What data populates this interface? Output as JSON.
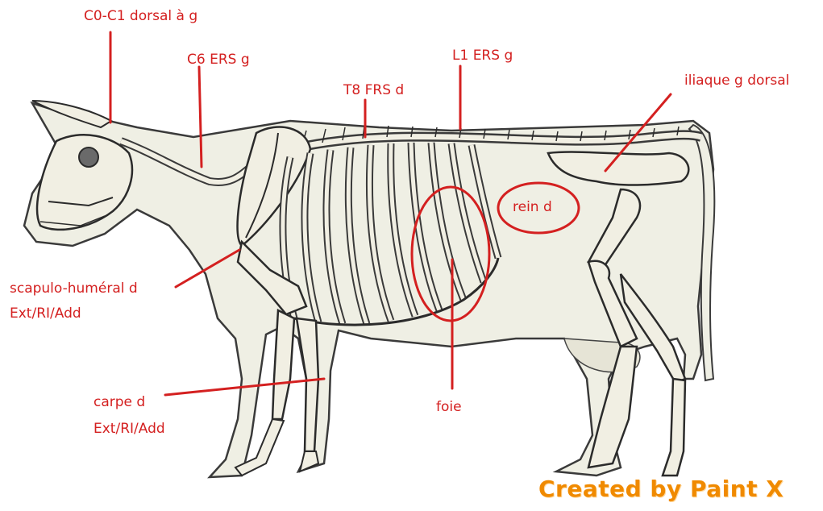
{
  "annotations": {
    "c0_c1": "C0-C1 dorsal à g",
    "c6": "C6 ERS g",
    "t8": "T8 FRS d",
    "l1": "L1 ERS g",
    "iliaque": "iliaque g dorsal",
    "rein": "rein d",
    "scapulo_line1": "scapulo-huméral d",
    "scapulo_line2": "Ext/RI/Add",
    "carpe_line1": "carpe d",
    "carpe_line2": "Ext/RI/Add",
    "foie": "foie"
  },
  "watermark": "Created by Paint X",
  "colors": {
    "annotation": "#d42020",
    "bone": "#f1efe3",
    "outline": "#2b2b2b",
    "body_fill": "#efefe4",
    "watermark": "#f08a00"
  }
}
